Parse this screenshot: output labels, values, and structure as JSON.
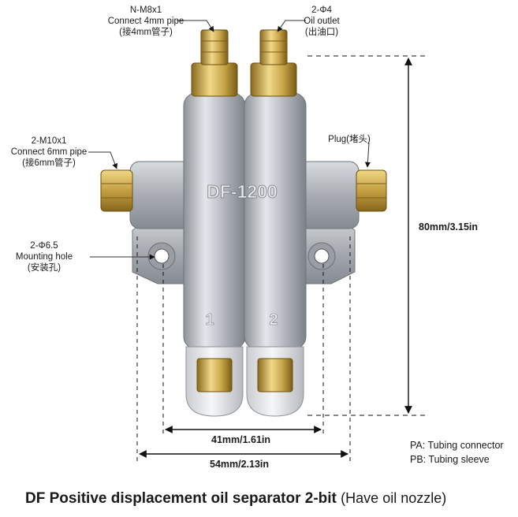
{
  "callouts": {
    "inlet_thread": {
      "line1": "N-M8x1",
      "line2": "Connect 4mm pipe",
      "line3": "(接4mm管子)"
    },
    "oil_outlet": {
      "line1": "2-Φ4",
      "line2": "Oil outlet",
      "line3": "(出油口)"
    },
    "side_thread": {
      "line1": "2-M10x1",
      "line2": "Connect 6mm pipe",
      "line3": "(接6mm管子)"
    },
    "plug": {
      "line1": "Plug(堵头)"
    },
    "mounting_hole": {
      "line1": "2-Φ6.5",
      "line2": "Mounting hole",
      "line3": "(安装孔)"
    }
  },
  "body_marking": "DF-1200",
  "outlet_numbers": [
    "1",
    "2"
  ],
  "dimensions": {
    "height": "80mm/3.15in",
    "hole_spacing": "41mm/1.61in",
    "overall_width": "54mm/2.13in"
  },
  "notes": [
    "PA: Tubing connector",
    "PB: Tubing sleeve"
  ],
  "title": {
    "main": "DF Positive displacement oil separator 2-bit",
    "suffix": "(Have oil nozzle)"
  },
  "colors": {
    "brass": "#c9a64a",
    "aluminum": "#b9bcc2",
    "dim_line": "#111111"
  }
}
